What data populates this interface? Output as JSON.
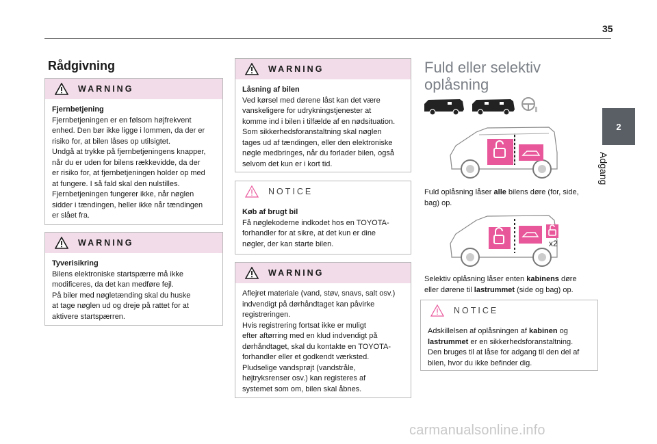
{
  "page_number": "35",
  "chapter": {
    "number": "2",
    "label": "Adgang"
  },
  "col1": {
    "heading": "Rådgivning",
    "box1": {
      "title": "WARNING",
      "lead": "Fjernbetjening",
      "lines": [
        "Fjernbetjeningen er en følsom højfrekvent",
        "enhed. Den bør ikke ligge i lommen, da der er",
        "risiko for, at bilen låses op utilsigtet.",
        "Undgå at trykke på fjernbetjeningens knapper,",
        "når du er uden for bilens rækkevidde, da der",
        "er risiko for, at fjernbetjeningen holder op med",
        "at fungere. I så fald skal den nulstilles.",
        "Fjernbetjeningen fungerer ikke, når nøglen",
        "sidder i tændingen, heller ikke når tændingen",
        "er slået fra."
      ]
    },
    "box2": {
      "title": "WARNING",
      "lead": "Tyverisikring",
      "lines": [
        "Bilens elektroniske startspærre må ikke",
        "modificeres, da det kan medføre fejl.",
        "På biler med nøgletænding skal du huske",
        "at tage nøglen ud og dreje på rattet for at",
        "aktivere startspærren."
      ]
    }
  },
  "col2": {
    "box1": {
      "title": "WARNING",
      "lead": "Låsning af bilen",
      "lines": [
        "Ved kørsel med dørene låst kan det være",
        "vanskeligere for udrykningstjenester at",
        "komme ind i bilen i tilfælde af en nødsituation.",
        "Som sikkerhedsforanstaltning skal nøglen",
        "tages ud af tændingen, eller den elektroniske",
        "nøgle medbringes, når du forlader bilen, også",
        "selvom det kun er i kort tid."
      ]
    },
    "box2": {
      "title": "NOTICE",
      "lead": "Køb af brugt bil",
      "lines": [
        "Få nøglekoderne indkodet hos en TOYOTA-",
        "forhandler for at sikre, at det kun er dine",
        "nøgler, der kan starte bilen."
      ]
    },
    "box3": {
      "title": "WARNING",
      "lines": [
        "Aflejret materiale (vand, støv, snavs, salt osv.)",
        "indvendigt på dørhåndtaget kan påvirke",
        "registreringen.",
        "Hvis registrering fortsat ikke er muligt",
        "efter aftørring med en klud indvendigt på",
        "dørhåndtaget, skal du kontakte en TOYOTA-",
        "forhandler eller et godkendt værksted.",
        "Pludselige vandsprøjt (vandstråle,",
        "højtryksrenser osv.) kan registeres af",
        "systemet som om, bilen skal åbnes."
      ]
    }
  },
  "col3": {
    "heading_line1": "Fuld eller selektiv",
    "heading_line2": "oplåsning",
    "para1": {
      "pre": "Fuld oplåsning låser ",
      "bold": "alle",
      "post": " bilens døre (for, side,",
      "line2": "bag) op."
    },
    "para2": {
      "pre": "Selektiv oplåsning låser enten ",
      "bold1": "kabinens",
      "mid": " døre",
      "line2_pre": "eller dørene til ",
      "bold2": "lastrummet",
      "line2_post": " (side og bag) op."
    },
    "x2_label": "x2",
    "notice": {
      "title": "NOTICE",
      "l1_pre": "Adskillelsen af oplåsningen af ",
      "l1_bold": "kabinen",
      "l1_post": " og",
      "l2_bold": "lastrummet",
      "l2_post": " er en sikkerhedsforanstaltning.",
      "l3": "Den bruges til at låse for adgang til den del af",
      "l4": "bilen, hvor du ikke befinder dig."
    }
  },
  "watermark": "carmanualsonline.info",
  "colors": {
    "warning_header": "#f2dce9",
    "accent_pink": "#e9579b",
    "chapter_tab": "#5a5f66",
    "heading_gray": "#7a7f86"
  }
}
